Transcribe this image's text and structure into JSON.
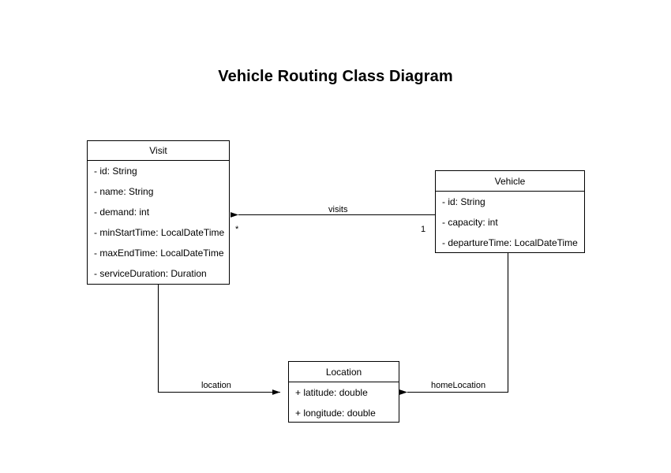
{
  "diagram": {
    "title": "Vehicle Routing Class Diagram",
    "background_color": "#ffffff",
    "line_color": "#000000",
    "text_color": "#000000",
    "classes": [
      {
        "name": "Visit",
        "attributes": [
          "- id: String",
          "- name: String",
          "- demand: int",
          "- minStartTime: LocalDateTime",
          "- maxEndTime: LocalDateTime",
          "- serviceDuration: Duration"
        ]
      },
      {
        "name": "Vehicle",
        "attributes": [
          "- id: String",
          "- capacity: int",
          "- departureTime: LocalDateTime"
        ]
      },
      {
        "name": "Location",
        "attributes": [
          "+ latitude: double",
          "+ longitude: double"
        ]
      }
    ],
    "relationships": [
      {
        "label": "visits",
        "from": "Vehicle",
        "to": "Visit",
        "source_multiplicity": "1",
        "target_multiplicity": "*"
      },
      {
        "label": "location",
        "from": "Visit",
        "to": "Location",
        "source_multiplicity": "",
        "target_multiplicity": ""
      },
      {
        "label": "homeLocation",
        "from": "Vehicle",
        "to": "Location",
        "source_multiplicity": "",
        "target_multiplicity": ""
      }
    ]
  }
}
